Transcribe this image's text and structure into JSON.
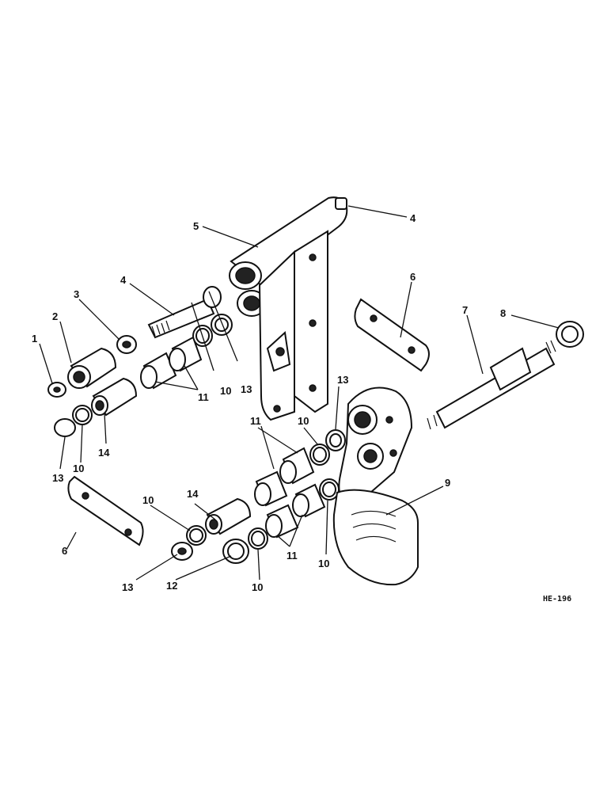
{
  "diagram": {
    "code": "HE-196",
    "callouts": [
      {
        "id": "c1",
        "text": "1"
      },
      {
        "id": "c2",
        "text": "2"
      },
      {
        "id": "c3",
        "text": "3"
      },
      {
        "id": "c4a",
        "text": "4"
      },
      {
        "id": "c4b",
        "text": "4"
      },
      {
        "id": "c5",
        "text": "5"
      },
      {
        "id": "c6a",
        "text": "6"
      },
      {
        "id": "c6b",
        "text": "6"
      },
      {
        "id": "c7",
        "text": "7"
      },
      {
        "id": "c8",
        "text": "8"
      },
      {
        "id": "c9",
        "text": "9"
      },
      {
        "id": "c10a",
        "text": "10"
      },
      {
        "id": "c10b",
        "text": "10"
      },
      {
        "id": "c10c",
        "text": "10"
      },
      {
        "id": "c10d",
        "text": "10"
      },
      {
        "id": "c10e",
        "text": "10"
      },
      {
        "id": "c10f",
        "text": "10"
      },
      {
        "id": "c11a",
        "text": "11"
      },
      {
        "id": "c11b",
        "text": "11"
      },
      {
        "id": "c11c",
        "text": "11"
      },
      {
        "id": "c12",
        "text": "12"
      },
      {
        "id": "c13a",
        "text": "13"
      },
      {
        "id": "c13b",
        "text": "13"
      },
      {
        "id": "c13c",
        "text": "13"
      },
      {
        "id": "c13d",
        "text": "13"
      },
      {
        "id": "c14a",
        "text": "14"
      },
      {
        "id": "c14b",
        "text": "14"
      }
    ]
  }
}
